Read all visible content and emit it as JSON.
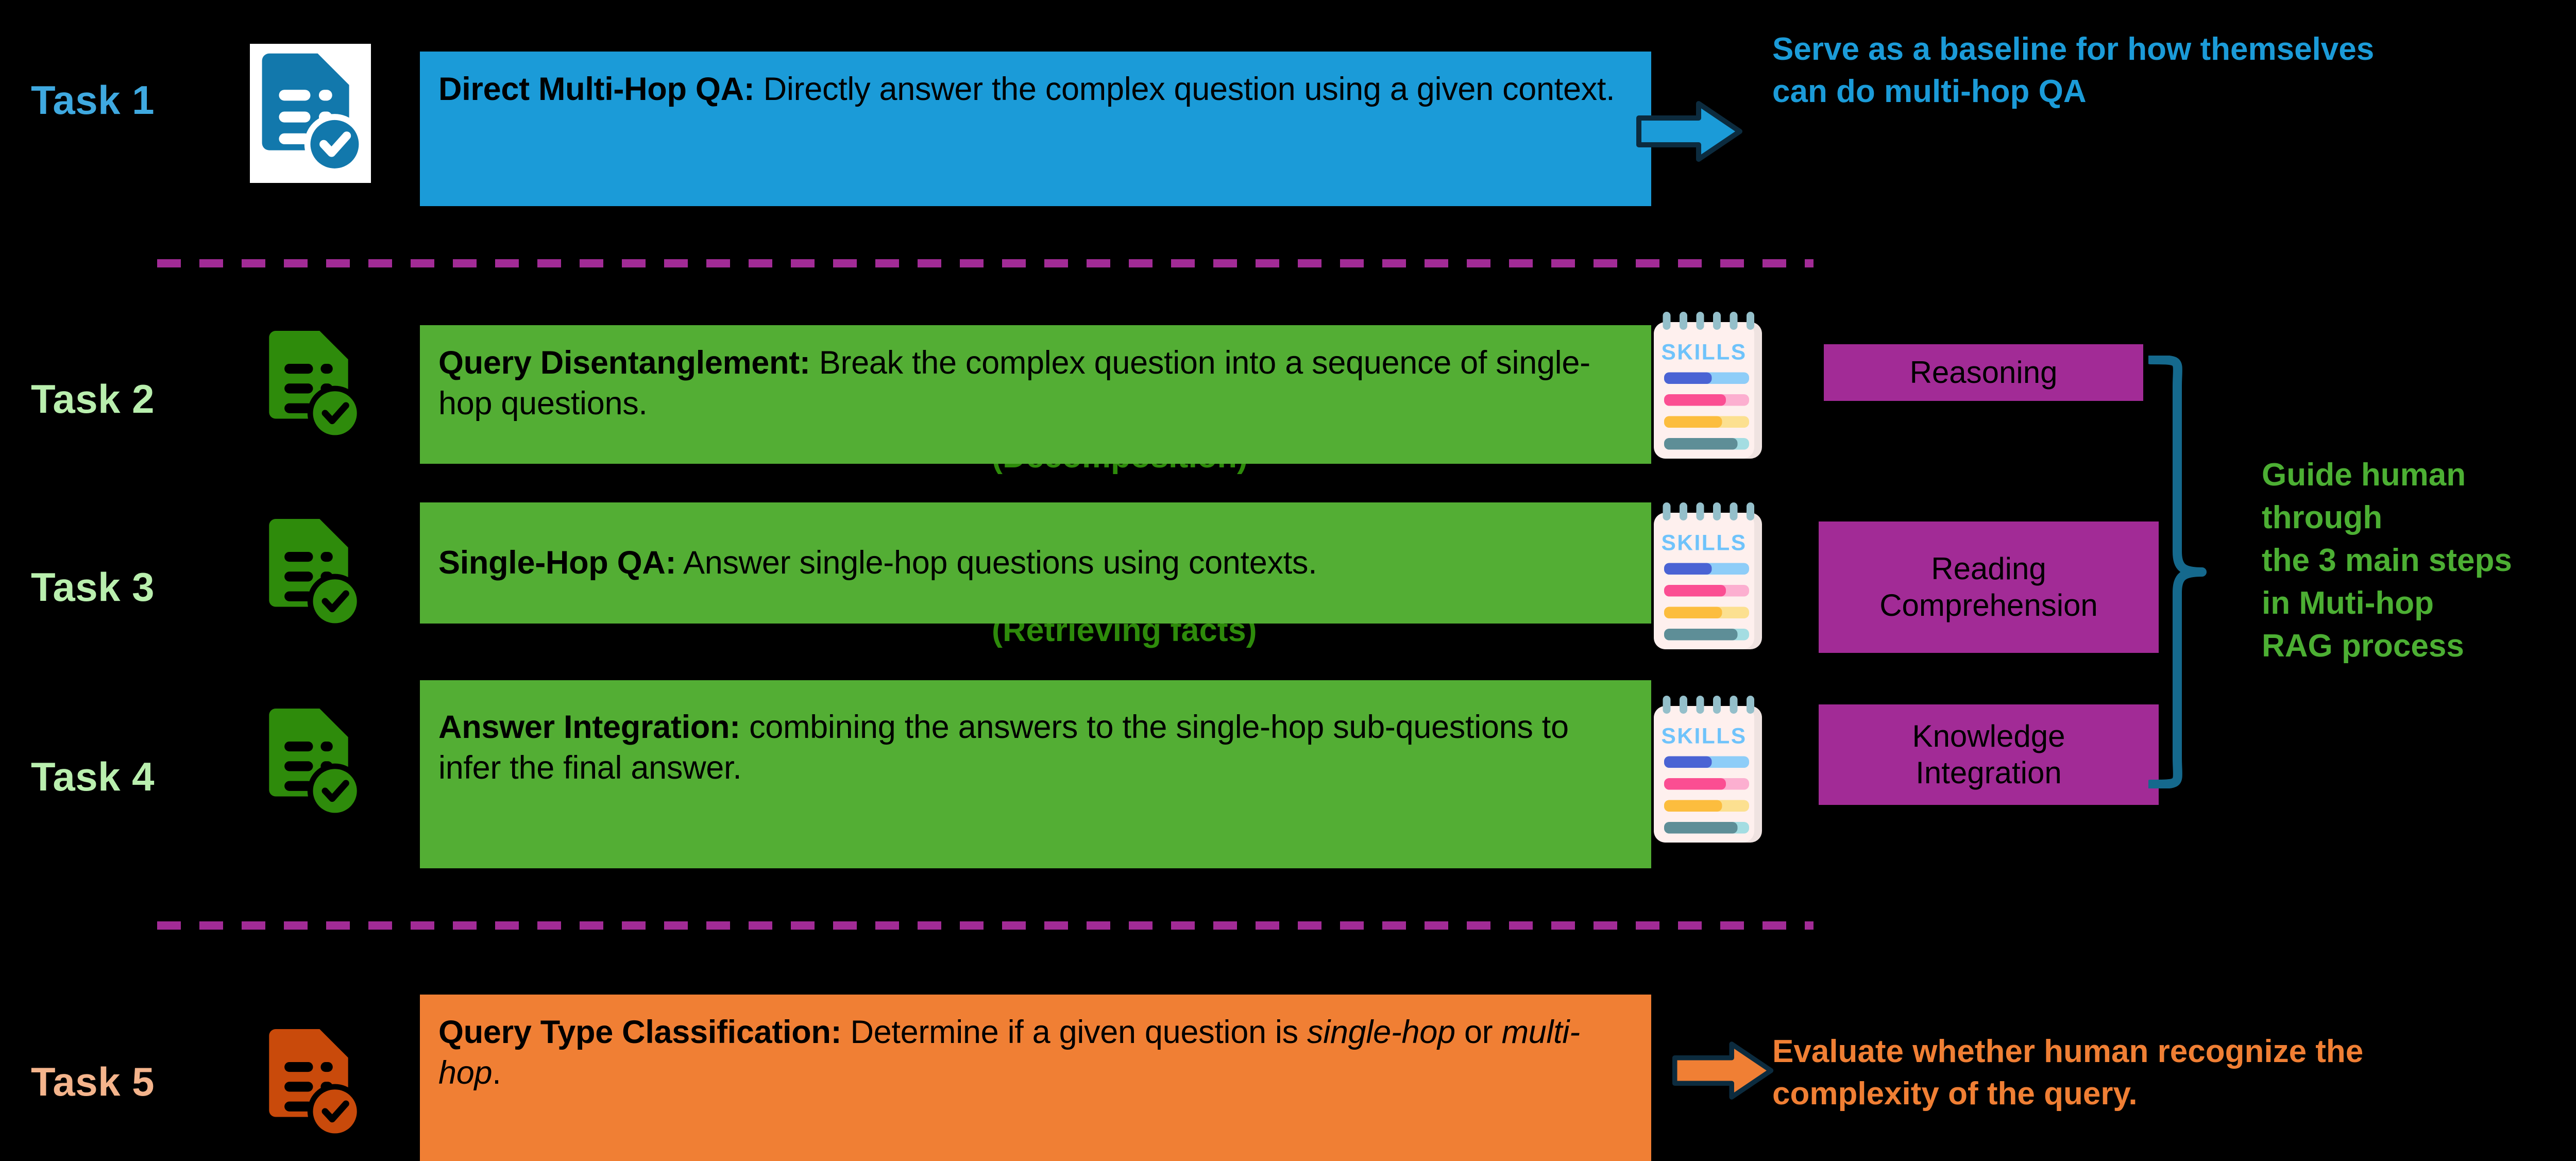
{
  "meta": {
    "background": "#000000",
    "colors": {
      "blue": "#1B9BD8",
      "blue_dark": "#0C2B3E",
      "blue_label": "#3FA9E0",
      "green": "#53AE34",
      "green_dark": "#2E8B0B",
      "green_label": "#B9EFAE",
      "green_text": "#4CAF33",
      "orange": "#F07F34",
      "orange_dark": "#C94A0B",
      "orange_label": "#F4B48C",
      "purple": "#A22B96",
      "teal": "#15698D",
      "black": "#000000",
      "white": "#FFFFFF"
    }
  },
  "tasks": [
    {
      "id": "task-1",
      "label": "Task 1",
      "icon": "document-check-icon",
      "title": "Direct Multi-Hop QA:",
      "body": " Directly answer the complex question using a given context.",
      "sublabel": "",
      "skills_icon": false,
      "arrow": "arrow-right-icon",
      "annotation": "Serve as a baseline for how themselves\ncan do multi-hop QA"
    },
    {
      "id": "task-2",
      "label": "Task 2",
      "icon": "document-check-icon",
      "title": "Query Disentanglement:",
      "body": " Break the complex question into a sequence of single-hop questions.",
      "sublabel": "(Decomposition)",
      "skills_icon": true,
      "arrow": "",
      "annotation": ""
    },
    {
      "id": "task-3",
      "label": "Task 3",
      "icon": "document-check-icon",
      "title": "Single-Hop QA:",
      "body": " Answer single-hop questions using contexts.",
      "sublabel": "(Retrieving facts)",
      "skills_icon": true,
      "arrow": "",
      "annotation": ""
    },
    {
      "id": "task-4",
      "label": "Task 4",
      "icon": "document-check-icon",
      "title": "Answer Integration:",
      "body": " combining the answers to the single-hop sub-questions to infer the final answer.",
      "sublabel": "",
      "skills_icon": true,
      "arrow": "",
      "annotation": ""
    },
    {
      "id": "task-5",
      "label": "Task 5",
      "icon": "document-check-icon",
      "title": "Query Type Classification:",
      "body_pre": " Determine if a given question is ",
      "body_em1": "single-hop",
      "body_mid": " or ",
      "body_em2": "multi-hop",
      "body_post": ".",
      "sublabel": "",
      "skills_icon": false,
      "arrow": "arrow-right-icon",
      "annotation": "Evaluate whether human recognize the\ncomplexity of the query."
    }
  ],
  "skills_card": {
    "title": "SKILLS",
    "bars": [
      {
        "filled_color": "#4A63D4",
        "rest_color": "#8ECDF8",
        "fill_pct": 56
      },
      {
        "filled_color": "#FB4E92",
        "rest_color": "#FCAFD0",
        "fill_pct": 72
      },
      {
        "filled_color": "#FCBD3E",
        "rest_color": "#FCE090",
        "fill_pct": 68
      },
      {
        "filled_color": "#5E8E97",
        "rest_color": "#A4DDE2",
        "fill_pct": 86
      }
    ]
  },
  "skill_chips": [
    {
      "id": "chip-reasoning",
      "label": "Reasoning"
    },
    {
      "id": "chip-reading-comprehension",
      "label": "Reading\nComprehension"
    },
    {
      "id": "chip-knowledge-integration",
      "label": "Knowledge\nIntegration"
    }
  ],
  "brace_annotation": "Guide human\nthrough\nthe 3 main steps\n in Muti-hop\nRAG process",
  "dividers": [
    {
      "id": "divider-top"
    },
    {
      "id": "divider-bottom"
    }
  ]
}
